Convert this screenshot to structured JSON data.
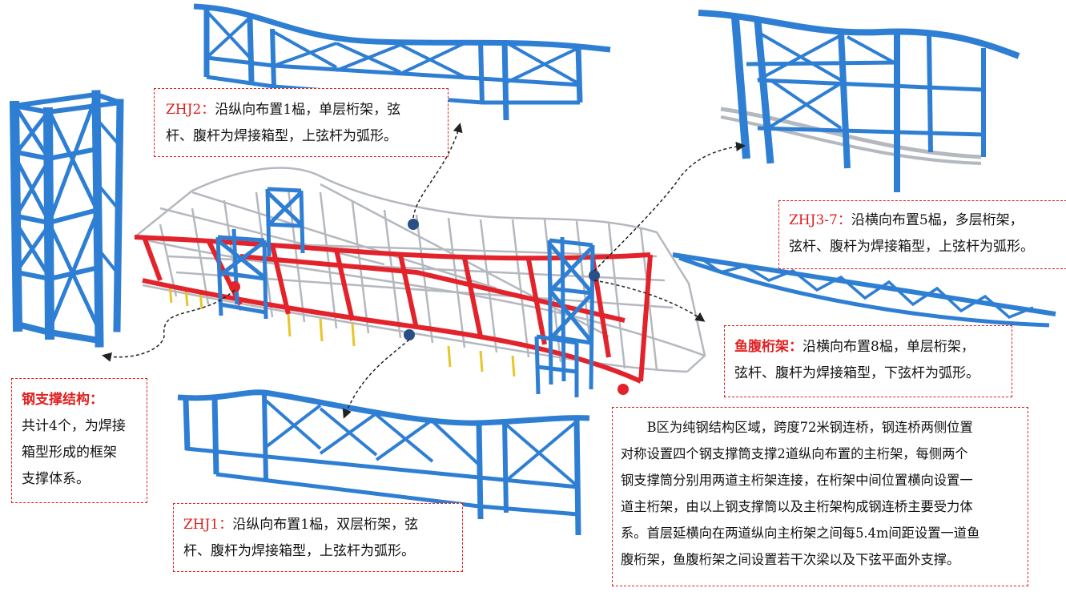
{
  "colors": {
    "truss_blue": "#2e7fd3",
    "truss_gray": "#b4b8bf",
    "main_red": "#e3232b",
    "yellow": "#e8c52a",
    "callout_border": "#e02020"
  },
  "callouts": {
    "zhj2": {
      "title": "ZHJ2：",
      "text_line1": "沿纵向布置1榀，单层桁架，弦",
      "text_line2": "杆、腹杆为焊接箱型，上弦杆为弧形。"
    },
    "zhj3_7": {
      "title": "ZHJ3-7：",
      "text_line1": "沿横向布置5榀，多层桁架，",
      "text_line2": "弦杆、腹杆为焊接箱型，上弦杆为弧形。"
    },
    "fish_truss": {
      "title": "鱼腹桁架：",
      "text_line1": "沿横向布置8榀，单层桁架，",
      "text_line2": "弦杆、腹杆为焊接箱型，下弦杆为弧形。"
    },
    "steel_support": {
      "title": "钢支撑结构：",
      "line1": "共计4个，为焊接",
      "line2": "箱型形成的框架",
      "line3": "支撑体系。"
    },
    "zhj1": {
      "title": "ZHJ1：",
      "text_line1": "沿纵向布置1榀，双层桁架，弦",
      "text_line2": "杆、腹杆为焊接箱型，上弦杆为弧形。"
    },
    "description": {
      "line1": "B区为纯钢结构区域，跨度72米钢连桥，钢连桥两侧位置",
      "line2": "对称设置四个钢支撑筒支撑2道纵向布置的主桁架，每侧两个",
      "line3": "钢支撑筒分别用两道主桁架连接，在桁架中间位置横向设置一",
      "line4": "道主桁架，由以上钢支撑筒以及主桁架构成钢连桥主要受力体",
      "line5": "系。首层延横向在两道纵向主桁架之间每5.4m间距设置一道鱼",
      "line6": "腹桁架，鱼腹桁架之间设置若干次梁以及下弦平面外支撑。"
    }
  }
}
